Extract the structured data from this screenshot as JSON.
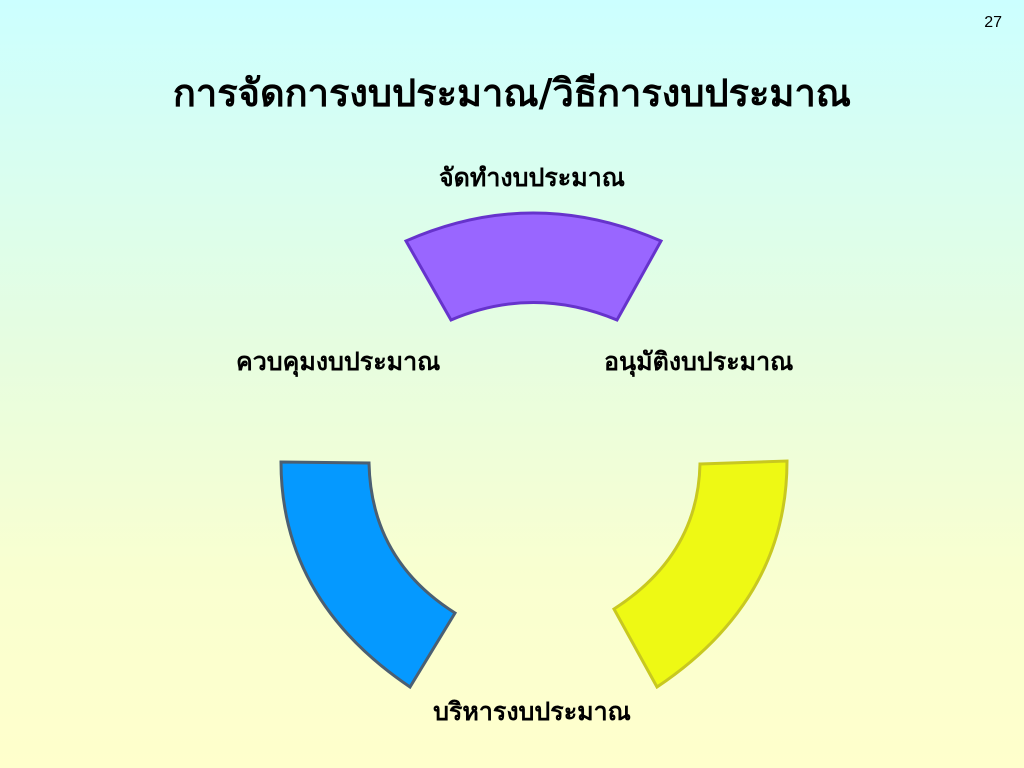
{
  "slide": {
    "number": "27",
    "title": "การจัดการงบประมาณ/วิธีการงบประมาณ"
  },
  "cycle": {
    "stages": [
      {
        "label": "จัดทำงบประมาณ",
        "fill": "#9966ff",
        "stroke": "#6633cc"
      },
      {
        "label": "อนุมัติงบประมาณ",
        "fill": "#eef914",
        "stroke": "#c8c820"
      },
      {
        "label": "บริหารงบประมาณ",
        "fill": "#0599ff",
        "stroke": "#4b5f72"
      },
      {
        "label": "ควบคุมงบประมาณ",
        "fill": "#0599ff",
        "stroke": "#4b5f72"
      }
    ]
  }
}
